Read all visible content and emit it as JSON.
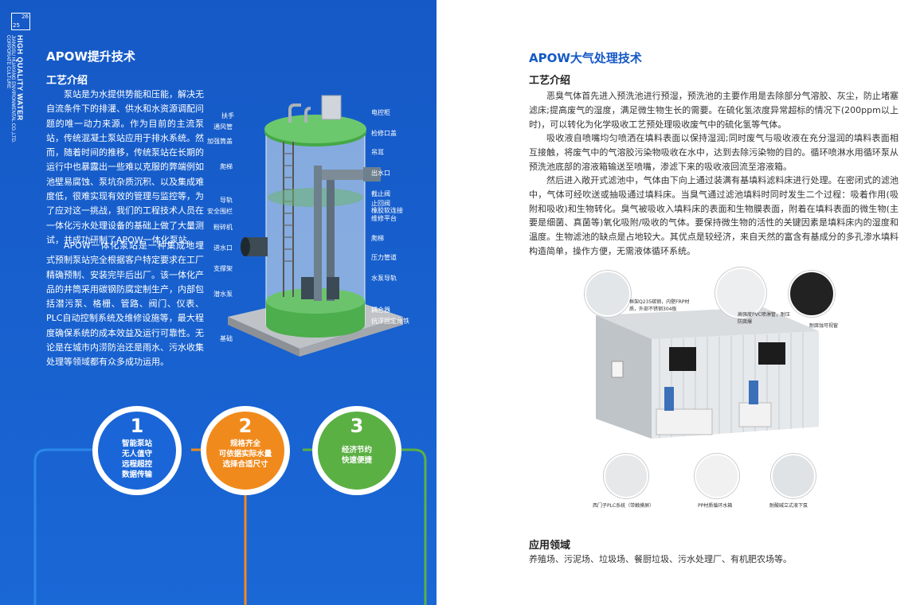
{
  "left": {
    "page_number_top": "26",
    "page_number_bottom": "25",
    "vertical": {
      "line1": "HIGH QUALITY WATER",
      "line2": "JIANGSU HUAYANG ENVIRONMENTAL CO.,LTD.",
      "line3": "CORPORATE CULTURE"
    },
    "title": "APOW提升技术",
    "subtitle": "工艺介绍",
    "paragraph1": "泵站是为水提供势能和压能，解决无自流条件下的排灌、供水和水资源调配问题的唯一动力来源。作为目前的主流泵站，传统混凝土泵站应用于排水系统。然而，随着时间的推移，传统泵站在长期的运行中也暴露出一些难以克服的弊端例如池壁易腐蚀、泵坑杂质沉积、以及集成难度低，很难实现有效的管理与监控等，为了应对这一挑战，我们的工程技术人员在一体化污水处理设备的基础上做了大量测试，并成功研制了APOW一体化泵站。",
    "paragraph2": "APOW一体化泵站是一种集成地埋式预制泵站完全根据客户特定要求在工厂精确预制、安装完毕后出厂。该一体化产品的井筒采用碳钢防腐定制生产，内部包括潜污泵、格栅、管路、阀门、仪表、PLC自动控制系统及维修设施等，最大程度确保系统的成本效益及运行可靠性。无论是在城市内涝防治还是雨水、污水收集处理等领域都有众多成功运用。",
    "labels_left": [
      "扶手",
      "通风管",
      "加强筒盖",
      "爬梯",
      "导轨",
      "安全围栏",
      "粉碎机",
      "进水口",
      "支撑架",
      "潜水泵",
      "基础"
    ],
    "labels_right": [
      "电控柜",
      "检修口盖",
      "吊耳",
      "出水口",
      "截止阀",
      "止回阀",
      "橡胶软连接",
      "维修平台",
      "爬梯",
      "压力管道",
      "水泵导轨",
      "耦合器",
      "抗浮固定角铁"
    ],
    "features": [
      {
        "num": "1",
        "lines": [
          "智能泵站",
          "无人值守",
          "远程超控",
          "数据传输"
        ],
        "color": "#1a66d8"
      },
      {
        "num": "2",
        "lines": [
          "规格齐全",
          "可依据实际水量",
          "选择合适尺寸"
        ],
        "color": "#f08a1c"
      },
      {
        "num": "3",
        "lines": [
          "经济节约",
          "快速便捷"
        ],
        "color": "#5bb043"
      }
    ]
  },
  "right": {
    "title": "APOW大气处理技术",
    "subtitle": "工艺介绍",
    "paragraph1": "恶臭气体首先进入预洗池进行预湿，预洗池的主要作用是去除部分气溶胶、灰尘，防止堵塞滤床;提高废气的湿度，满足微生物生长的需要。在硫化氢浓度异常超标的情况下(200ppm以上时)，可以转化为化学吸收工艺预处理吸收废气中的硫化氢等气体。",
    "paragraph2": "吸收液自喷嘴均匀喷洒在填料表面以保持湿润;同时废气与吸收液在充分湿润的填料表面相互接触，将废气中的气溶胶污染物吸收在水中，达到去除污染物的目的。循环喷淋水用循环泵从预洗池底部的溶液箱输送至喷嘴，渗滤下来的吸收液回流至溶液箱。",
    "paragraph3": "然后进入敞开式滤池中，气体由下向上通过装满有基填料滤料床进行处理。在密闭式的滤池中，气体可经吹送或抽吸通过填料床。当臭气通过滤池填料时同时发生二个过程：吸着作用(吸附和吸收)和生物转化。臭气被吸收入填料床的表面和生物膜表面，附着在填料表面的微生物(主要是细菌、真菌等)氧化吸附/吸收的气体。要保持微生物的活性的关键因素是填料床内的湿度和温度。生物滤池的缺点是占地较大。其优点是较经济，来自天然的富含有基成分的多孔渗水填料构造简单，操作方便，无需液体循环系统。",
    "captions": {
      "frame": "框架Q235碳钢，内壁FRP材质，外部不锈钢304板",
      "pvc": "高强度PVC喷淋管，耐压防腐爆",
      "anticorrosion": "耐腐蚀可视窗",
      "plc": "西门子PLC系统（带触摸屏）",
      "tank": "PP材质循环水箱",
      "pump": "耐酸碱立式液下泵"
    },
    "app_title": "应用领域",
    "app_text": "养殖场、污泥场、垃圾场、餐厨垃圾、污水处理厂、有机肥农场等。"
  }
}
